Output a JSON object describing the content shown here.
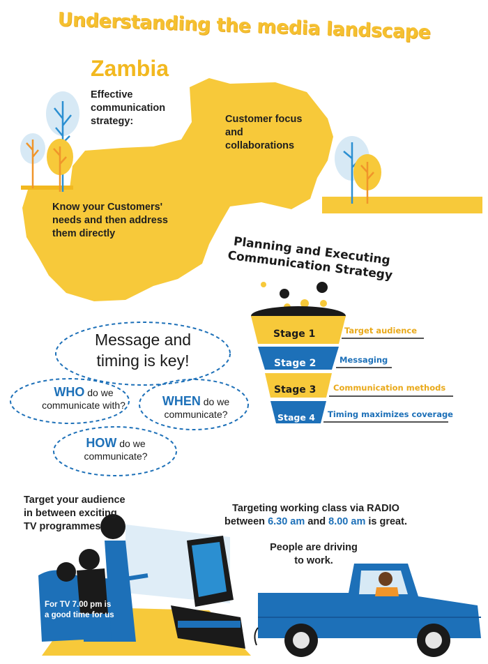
{
  "title": "Understanding the media landscape",
  "country": "Zambia",
  "map_texts": {
    "strategy": "Effective communication strategy:",
    "customer_focus": "Customer focus and collaborations",
    "know_customers": "Know your Customers' needs and then address them directly"
  },
  "funnel": {
    "title": "Planning and Executing Communication Strategy",
    "stages": [
      {
        "label": "Stage 1",
        "desc": "Target audience"
      },
      {
        "label": "Stage 2",
        "desc": "Messaging"
      },
      {
        "label": "Stage 3",
        "desc": "Communication methods"
      },
      {
        "label": "Stage 4",
        "desc": "Timing maximizes coverage"
      }
    ]
  },
  "bubbles": {
    "main": "Message and timing is key!",
    "who_kw": "WHO",
    "who_rest": "do we communicate with?",
    "when_kw": "WHEN",
    "when_rest": "do we communicate?",
    "how_kw": "HOW",
    "how_rest": "do we communicate?"
  },
  "bottom": {
    "tv_audience": "Target your audience in between exciting TV programmes",
    "tv_time": "For TV 7.00 pm is a good time for us",
    "radio_prefix": "Targeting working class via RADIO between",
    "radio_start": "6.30 am",
    "radio_and": "and",
    "radio_end": "8.00 am",
    "radio_suffix": "is great.",
    "driving": "People are driving to work."
  },
  "colors": {
    "yellow": "#f7c93a",
    "blue": "#1d70b8",
    "dark": "#1a1a1a"
  }
}
